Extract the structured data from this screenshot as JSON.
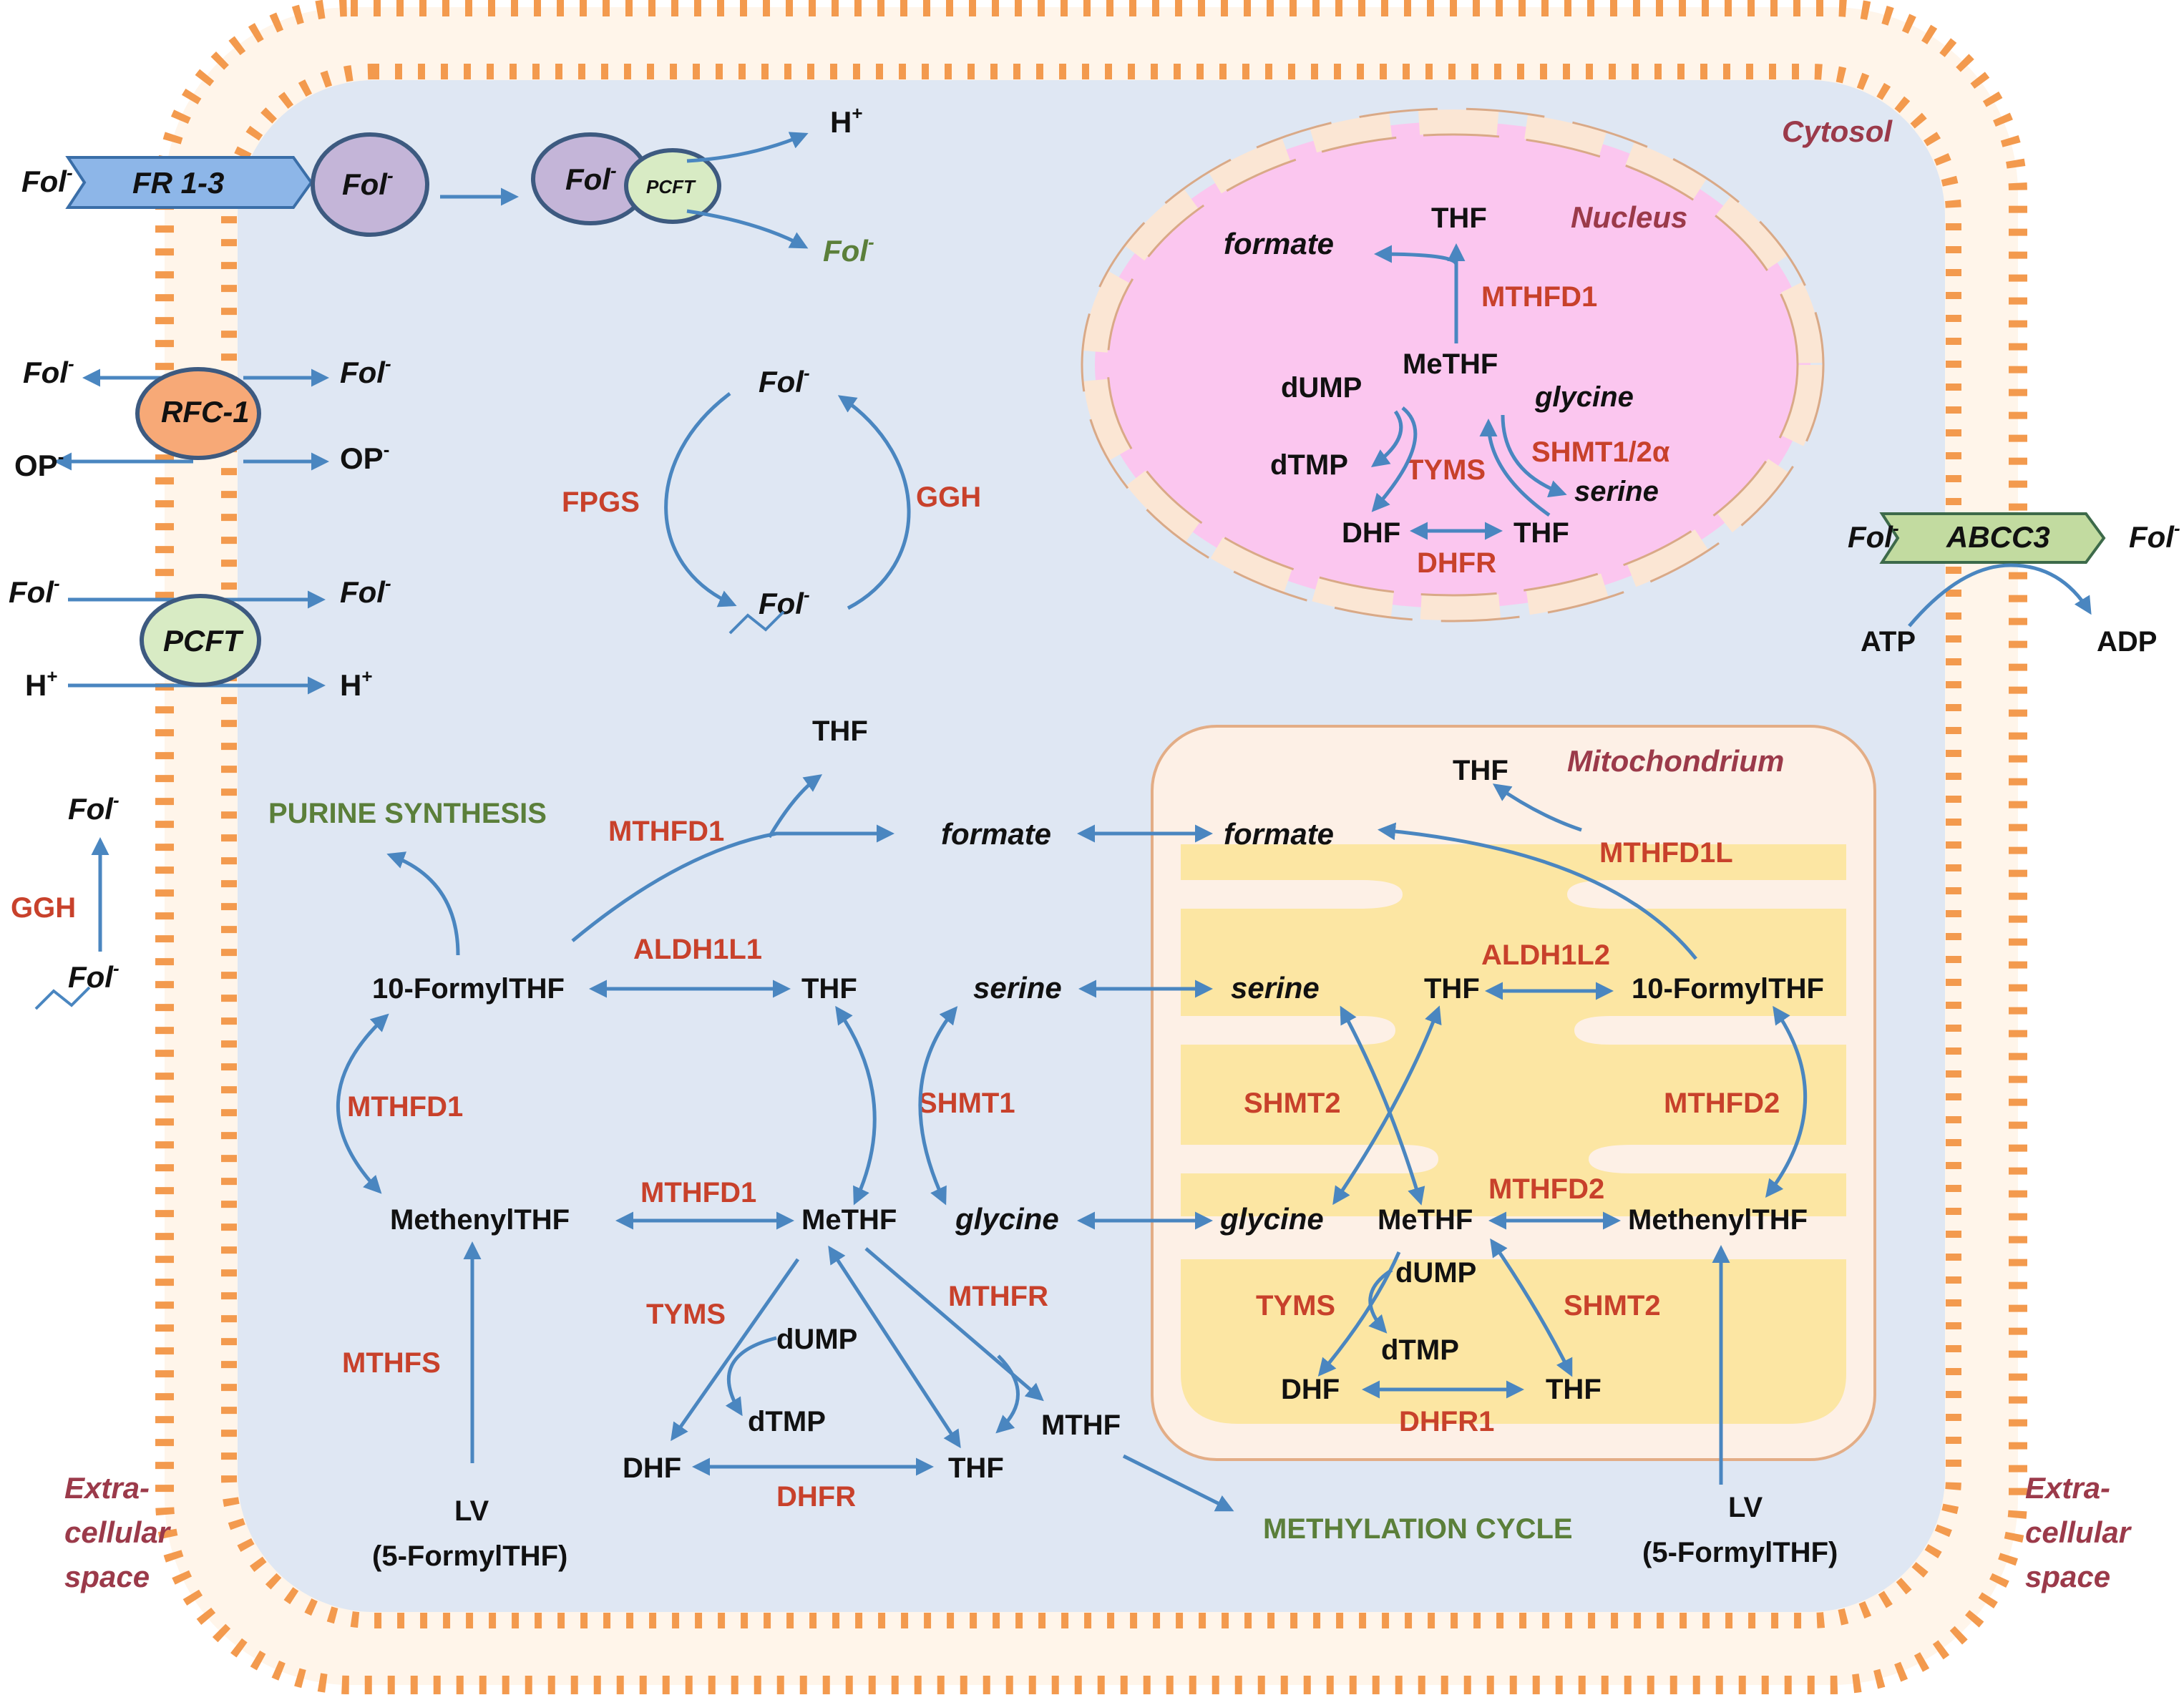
{
  "compartments": {
    "cytosol": "Cytosol",
    "nucleus": "Nucleus",
    "mitochondrium": "Mitochondrium",
    "extracellular_left": [
      "Extra-",
      "cellular",
      "space"
    ],
    "extracellular_right": [
      "Extra-",
      "cellular",
      "space"
    ]
  },
  "transporters": {
    "fr": "FR 1-3",
    "rfc": "RFC-1",
    "pcft": "PCFT",
    "pcft_small": "PCFT",
    "abcc3": "ABCC3"
  },
  "metabolites": {
    "fol": "Fol",
    "charge": "-",
    "h": "H",
    "plus": "+",
    "op": "OP",
    "atp": "ATP",
    "adp": "ADP",
    "thf": "THF",
    "dhf": "DHF",
    "methf": "MeTHF",
    "mthf": "MTHF",
    "dump": "dUMP",
    "dtmp": "dTMP",
    "formate": "formate",
    "serine": "serine",
    "glycine": "glycine",
    "formylthf10": "10-FormylTHF",
    "methenylthf": "MethenylTHF",
    "lv": "LV",
    "formylthf5": "(5-FormylTHF)"
  },
  "enzymes": {
    "fpgs": "FPGS",
    "ggh": "GGH",
    "mthfd1": "MTHFD1",
    "tyms": "TYMS",
    "shmt1_2a": "SHMT1/2α",
    "dhfr": "DHFR",
    "aldh1l1": "ALDH1L1",
    "shmt1": "SHMT1",
    "mthfs": "MTHFS",
    "mthfr": "MTHFR",
    "mthfd1l": "MTHFD1L",
    "aldh1l2": "ALDH1L2",
    "shmt2": "SHMT2",
    "mthfd2": "MTHFD2",
    "dhfr1": "DHFR1"
  },
  "pathways": {
    "purine": "PURINE SYNTHESIS",
    "methylation": "METHYLATION CYCLE"
  },
  "colors": {
    "membrane": "#f39a4e",
    "cytosol": "#dfe7f3",
    "nucleus": "#fbc6ef",
    "mito_outer": "#fdf0e6",
    "mito_inner": "#fce6a3",
    "arrow": "#4a86c0",
    "enzyme_text": "#c8412b",
    "pathway_text": "#5b7f3a",
    "compartment_text": "#9b3a4a"
  }
}
